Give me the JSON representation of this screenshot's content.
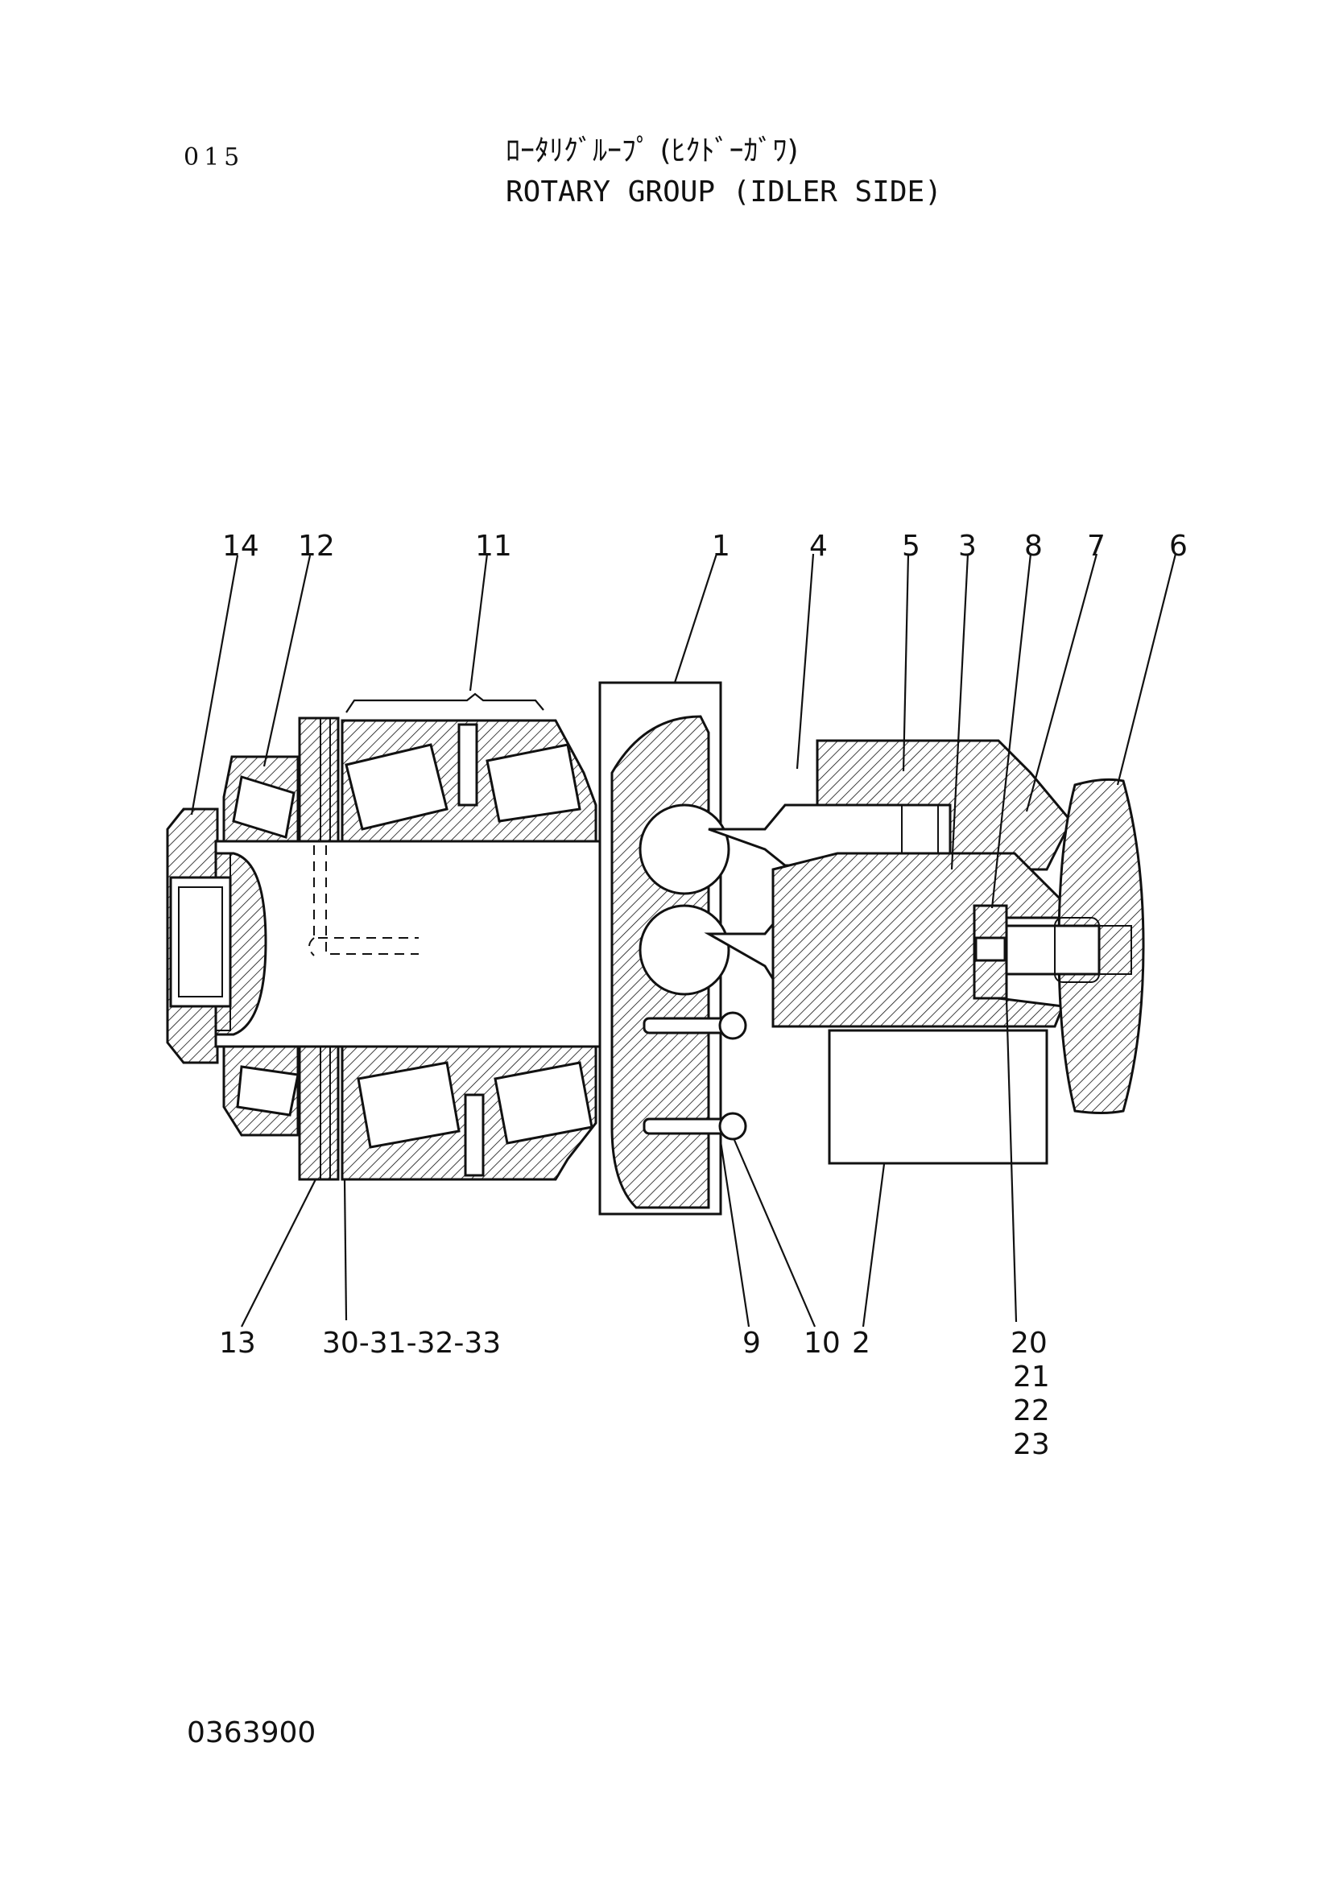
{
  "header": {
    "page_number": "015",
    "title_japanese": "ﾛｰﾀﾘｸﾞﾙｰﾌﾟ (ﾋｸﾄﾞｰｶﾞﾜ)",
    "title_english": "ROTARY GROUP (IDLER SIDE)"
  },
  "callouts": {
    "c14": "14",
    "c12": "12",
    "c11": "11",
    "c1": "1",
    "c4": "4",
    "c5": "5",
    "c3": "3",
    "c8": "8",
    "c7": "7",
    "c6": "6",
    "c13": "13",
    "c30_33": "30-31-32-33",
    "c9": "9",
    "c10": "10",
    "c2": "2",
    "c20": "20",
    "c21": "21",
    "c22": "22",
    "c23": "23"
  },
  "footer": {
    "drawing_number": "0363900"
  }
}
